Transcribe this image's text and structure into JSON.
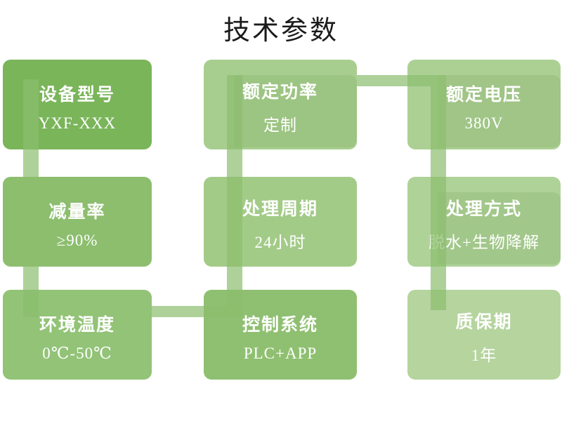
{
  "slide": {
    "title": "技术参数"
  },
  "cards": [
    {
      "label": "设备型号",
      "value": "YXF-XXX",
      "color": "#7ab55a"
    },
    {
      "label": "额定功率",
      "value": "定制",
      "color": "#a8ce8f"
    },
    {
      "label": "额定电压",
      "value": "380V",
      "color": "#acd094"
    },
    {
      "label": "减量率",
      "value": "≥90%",
      "color": "#8cbe6e"
    },
    {
      "label": "处理周期",
      "value": "24小时",
      "color": "#a3cb88"
    },
    {
      "label": "处理方式",
      "value": "脱水+生物降解",
      "color": "#afd298"
    },
    {
      "label": "环境温度",
      "value": "0℃-50℃",
      "color": "#92c377"
    },
    {
      "label": "控制系统",
      "value": "PLC+APP",
      "color": "#8fc071"
    },
    {
      "label": "质保期",
      "value": "1年",
      "color": "#b5d49e"
    }
  ],
  "connector": {
    "fill": "rgba(140,190,110,0.7)"
  }
}
